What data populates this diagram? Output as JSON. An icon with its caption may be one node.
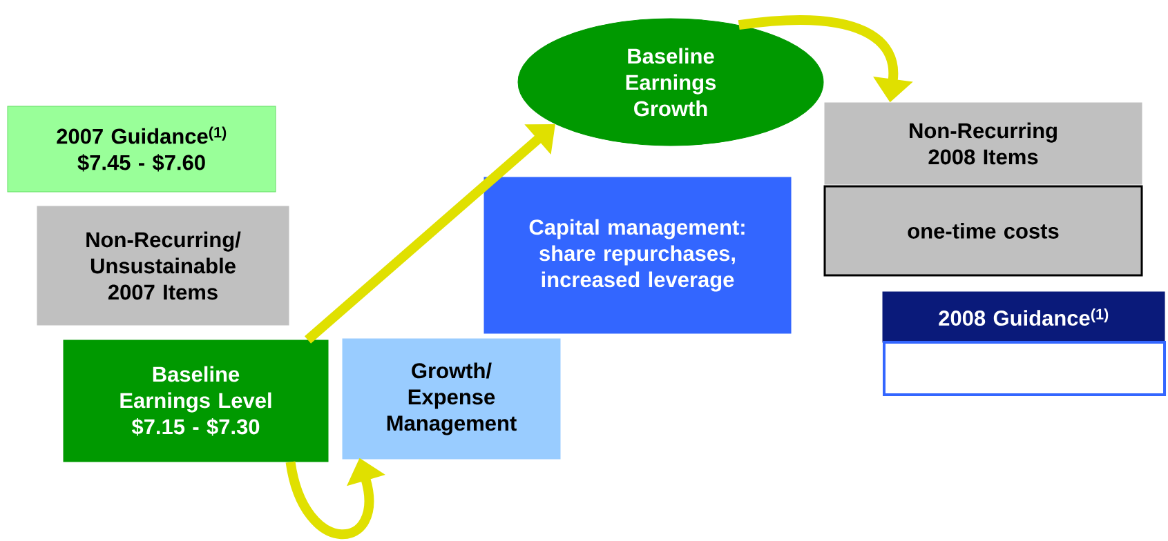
{
  "diagram": {
    "nodes": [
      {
        "text": [
          "2007 Guidance$^{(1)}$",
          "$7.45 - $7.60"
        ]
      },
      {
        "text": [
          "Non-Recurring/ Unsustainable 2007 Items"
        ]
      },
      {
        "text": [
          "Baseline Earnings Level $7.15 - $7.30"
        ]
      },
      {
        "text": [
          "Growth/ Expense Management"
        ]
      },
      {
        "text": [
          "Capital management: share repurchases, increased leverage"
        ]
      },
      {
        "text": [
          "Baseline Earnings Growth"
        ]
      },
      {
        "text": [
          "Non-Recurring 2008 Items"
        ]
      },
      {
        "text": [
          "one-time costs"
        ]
      },
      {
        "text": [
          "2008 Guidance$^{(1)}$"
        ]
      },
      {
        "text": [],
        "shape": "box"
      }
    ],
    "edges": [
      {
        "from": 2,
        "to": 3,
        "arrow": "to"
      },
      {
        "from": 2,
        "to": 5,
        "arrow": "to"
      },
      {
        "from": 5,
        "to": 6,
        "arrow": "to"
      }
    ]
  }
}
